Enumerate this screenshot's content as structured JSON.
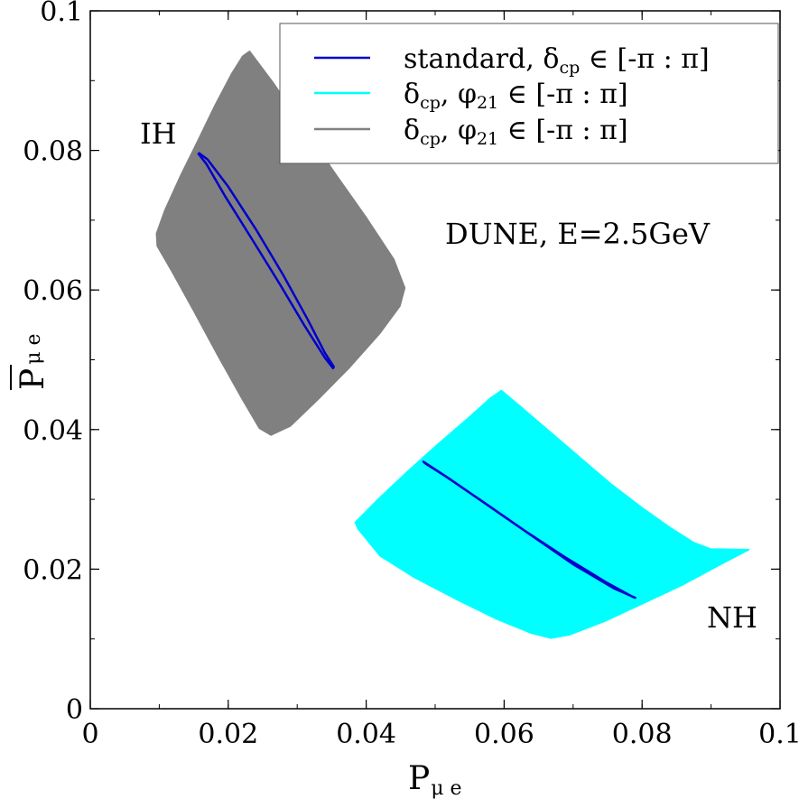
{
  "chart_data": {
    "type": "scatter",
    "xlabel": "P",
    "xlabel_sub": "μ e",
    "ylabel": "P",
    "ylabel_sub": "μ e",
    "ylabel_bar": true,
    "xlim": [
      0,
      0.1
    ],
    "ylim": [
      0,
      0.1
    ],
    "x_major_ticks": [
      0,
      0.02,
      0.04,
      0.06,
      0.08,
      0.1
    ],
    "x_tick_labels": [
      "0",
      "0.02",
      "0.04",
      "0.06",
      "0.08",
      "0.1"
    ],
    "y_major_ticks": [
      0,
      0.02,
      0.04,
      0.06,
      0.08,
      0.1
    ],
    "y_tick_labels": [
      "0",
      "0.02",
      "0.04",
      "0.06",
      "0.08",
      "0.1"
    ],
    "minor_tick_step": 0.01,
    "grid": false,
    "legend_position": "top-right",
    "legend": [
      {
        "prefix": "standard, ",
        "delta": "δ",
        "delta_sub": "cp",
        "rest": " ∈ [-π : π]",
        "color": "#0000cc",
        "type": "line"
      },
      {
        "prefix": "",
        "delta": "δ",
        "delta_sub": "cp",
        "phi": ", φ",
        "phi_sub": "21",
        "rest": " ∈ [-π : π]",
        "color": "#00ffff",
        "type": "line"
      },
      {
        "prefix": "",
        "delta": "δ",
        "delta_sub": "cp",
        "phi": ", φ",
        "phi_sub": "21",
        "rest": " ∈ [-π : π]",
        "color": "#808080",
        "type": "line"
      }
    ],
    "annotations": {
      "ih": "IH",
      "nh": "NH",
      "experiment": "DUNE, E=2.5GeV"
    },
    "series": [
      {
        "name": "IH region",
        "kind": "region",
        "color": "#808080",
        "points": [
          [
            0.0231,
            0.0942
          ],
          [
            0.0265,
            0.0897
          ],
          [
            0.031,
            0.0832
          ],
          [
            0.0355,
            0.0767
          ],
          [
            0.04,
            0.0704
          ],
          [
            0.044,
            0.0644
          ],
          [
            0.0456,
            0.0603
          ],
          [
            0.0449,
            0.0577
          ],
          [
            0.042,
            0.0538
          ],
          [
            0.0375,
            0.0488
          ],
          [
            0.033,
            0.0443
          ],
          [
            0.029,
            0.0405
          ],
          [
            0.0262,
            0.0392
          ],
          [
            0.0245,
            0.0402
          ],
          [
            0.022,
            0.0444
          ],
          [
            0.0185,
            0.0506
          ],
          [
            0.015,
            0.057
          ],
          [
            0.0118,
            0.0627
          ],
          [
            0.0097,
            0.0663
          ],
          [
            0.0096,
            0.0681
          ],
          [
            0.0108,
            0.0714
          ],
          [
            0.013,
            0.0762
          ],
          [
            0.0155,
            0.0812
          ],
          [
            0.018,
            0.0863
          ],
          [
            0.0205,
            0.091
          ],
          [
            0.0221,
            0.0935
          ]
        ]
      },
      {
        "name": "NH region",
        "kind": "region",
        "color": "#00ffff",
        "points": [
          [
            0.0596,
            0.0456
          ],
          [
            0.0625,
            0.0432
          ],
          [
            0.0665,
            0.0398
          ],
          [
            0.071,
            0.036
          ],
          [
            0.0755,
            0.0322
          ],
          [
            0.08,
            0.0288
          ],
          [
            0.084,
            0.026
          ],
          [
            0.0875,
            0.0238
          ],
          [
            0.0899,
            0.0229
          ],
          [
            0.0955,
            0.0228
          ],
          [
            0.092,
            0.021
          ],
          [
            0.086,
            0.0178
          ],
          [
            0.08,
            0.015
          ],
          [
            0.0745,
            0.0125
          ],
          [
            0.0695,
            0.0106
          ],
          [
            0.0668,
            0.0101
          ],
          [
            0.064,
            0.0108
          ],
          [
            0.059,
            0.0128
          ],
          [
            0.053,
            0.0157
          ],
          [
            0.047,
            0.0188
          ],
          [
            0.042,
            0.0219
          ],
          [
            0.0388,
            0.0258
          ],
          [
            0.0384,
            0.0267
          ],
          [
            0.0415,
            0.0298
          ],
          [
            0.046,
            0.034
          ],
          [
            0.0505,
            0.038
          ],
          [
            0.0545,
            0.0414
          ],
          [
            0.058,
            0.0445
          ]
        ]
      },
      {
        "name": "IH standard",
        "kind": "ellipse",
        "color": "#0000cc",
        "points": [
          [
            0.0158,
            0.0796
          ],
          [
            0.017,
            0.0787
          ],
          [
            0.02,
            0.0748
          ],
          [
            0.024,
            0.0687
          ],
          [
            0.028,
            0.0621
          ],
          [
            0.0315,
            0.0558
          ],
          [
            0.034,
            0.051
          ],
          [
            0.0353,
            0.049
          ],
          [
            0.0352,
            0.0488
          ],
          [
            0.034,
            0.0503
          ],
          [
            0.031,
            0.055
          ],
          [
            0.0275,
            0.0608
          ],
          [
            0.0235,
            0.0672
          ],
          [
            0.0195,
            0.0735
          ],
          [
            0.0168,
            0.0781
          ],
          [
            0.0157,
            0.0795
          ]
        ]
      },
      {
        "name": "NH standard",
        "kind": "ellipse",
        "color": "#0000cc",
        "points": [
          [
            0.0483,
            0.0354
          ],
          [
            0.052,
            0.033
          ],
          [
            0.058,
            0.0289
          ],
          [
            0.064,
            0.0248
          ],
          [
            0.07,
            0.0207
          ],
          [
            0.076,
            0.0172
          ],
          [
            0.079,
            0.0159
          ],
          [
            0.0787,
            0.016
          ],
          [
            0.075,
            0.018
          ],
          [
            0.069,
            0.0216
          ],
          [
            0.063,
            0.0255
          ],
          [
            0.057,
            0.0296
          ],
          [
            0.0515,
            0.0333
          ],
          [
            0.0485,
            0.0352
          ]
        ]
      }
    ]
  }
}
